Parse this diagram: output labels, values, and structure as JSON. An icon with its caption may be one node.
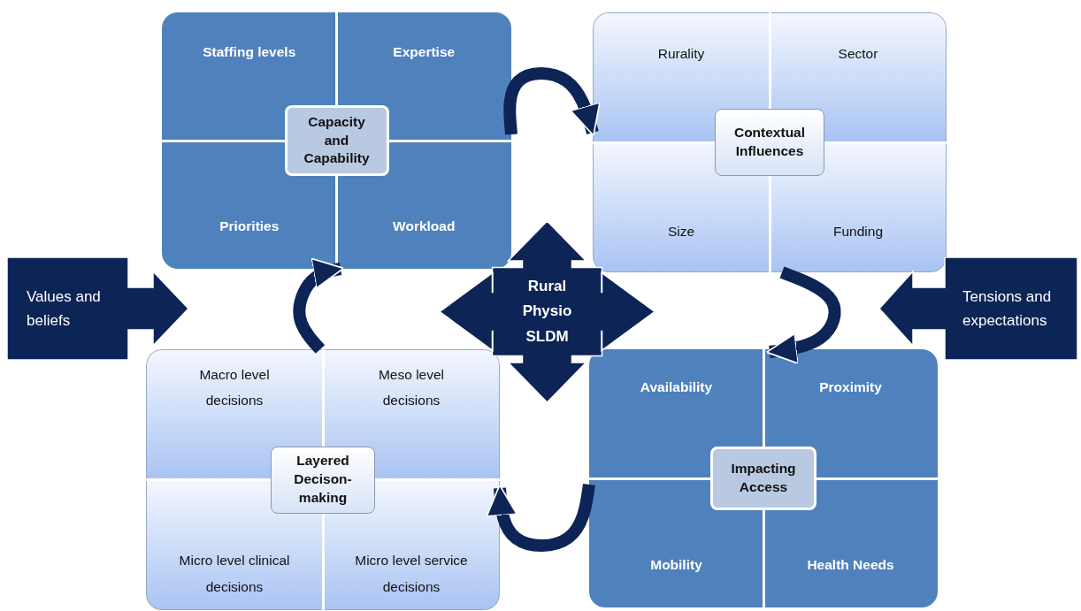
{
  "diagram": {
    "nodes": [
      {
        "text": [],
        "shape": "box"
      },
      {
        "text": [
          "Staffing levels"
        ],
        "in": 0
      },
      {
        "text": [
          "Expertise"
        ],
        "in": 0
      },
      {
        "text": [
          "Priorities"
        ],
        "in": 0
      },
      {
        "text": [
          "Workload"
        ],
        "in": 0
      },
      {
        "text": [
          "Capacity and Capability"
        ],
        "in": 0
      },
      {
        "text": [],
        "shape": "box"
      },
      {
        "text": [
          "Rurality"
        ],
        "in": 6
      },
      {
        "text": [
          "Sector"
        ],
        "in": 6
      },
      {
        "text": [
          "Size"
        ],
        "in": 6
      },
      {
        "text": [
          "Funding"
        ],
        "in": 6
      },
      {
        "text": [
          "Contextual Influences"
        ],
        "in": 6
      },
      {
        "text": [
          "Values and beliefs"
        ]
      },
      {
        "text": [
          "Rural Physio SLDM"
        ]
      },
      {
        "text": [
          "Tensions and expectations"
        ]
      },
      {
        "text": [],
        "shape": "box"
      },
      {
        "text": [
          "Macro level decisions"
        ],
        "in": 15
      },
      {
        "text": [
          "Meso level decisions"
        ],
        "in": 15
      },
      {
        "text": [
          "Micro level clinical decisions"
        ],
        "in": 15
      },
      {
        "text": [
          "Micro level service decisions"
        ],
        "in": 15
      },
      {
        "text": [
          "Layered Decison-making"
        ],
        "in": 15
      },
      {
        "text": [],
        "shape": "box"
      },
      {
        "text": [
          "Availability"
        ],
        "in": 21
      },
      {
        "text": [
          "Proximity"
        ],
        "in": 21
      },
      {
        "text": [
          "Mobility"
        ],
        "in": 21
      },
      {
        "text": [
          "Health Needs"
        ],
        "in": 21
      },
      {
        "text": [
          "Impacting Access"
        ],
        "in": 21
      }
    ],
    "edges": [
      {
        "from": 0,
        "to": 6,
        "arrow": "to"
      },
      {
        "from": 6,
        "to": 21,
        "arrow": "to"
      },
      {
        "from": 21,
        "to": 15,
        "arrow": "to"
      },
      {
        "from": 15,
        "to": 0,
        "arrow": "to"
      }
    ]
  }
}
